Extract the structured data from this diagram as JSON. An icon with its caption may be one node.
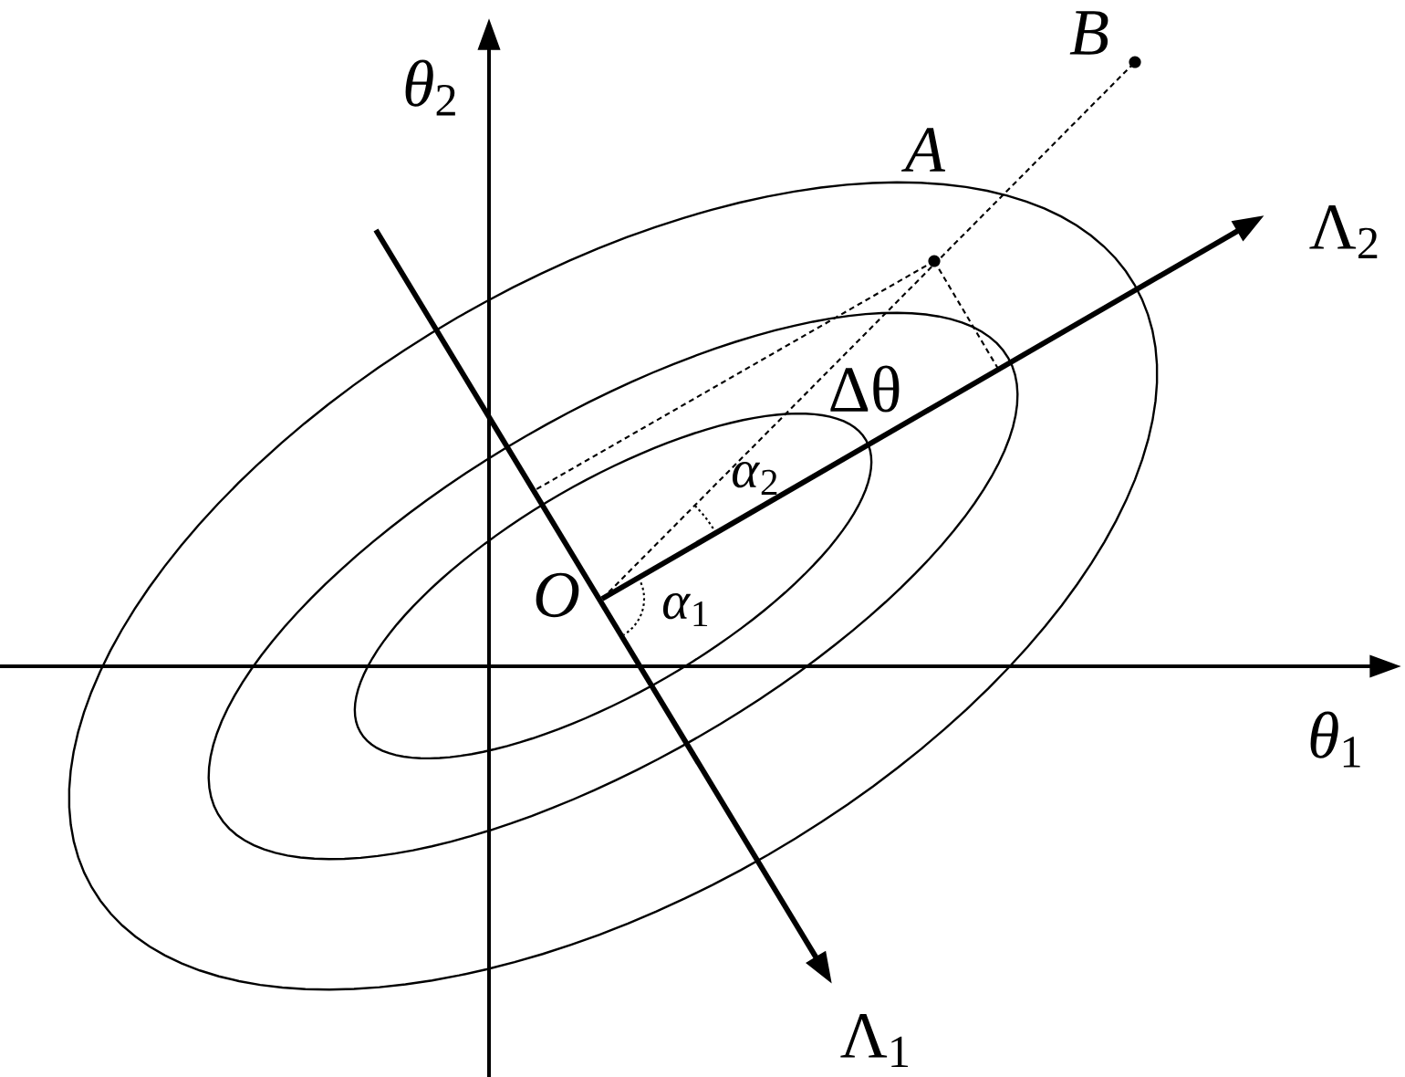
{
  "diagram": {
    "labels": [
      "*B*",
      "*θ*$_{2}$",
      "*A*",
      "Λ$_{2}$",
      "Δθ",
      "*α*$_{2}$",
      "*O*",
      "*α*$_{1}$",
      "*θ*$_{1}$",
      "Λ$_{1}$"
    ]
  }
}
